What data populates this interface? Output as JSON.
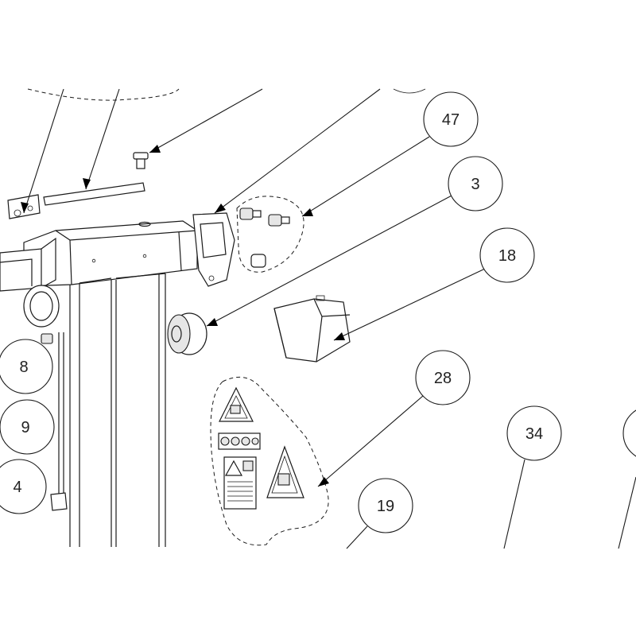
{
  "diagram": {
    "callouts": [
      {
        "id": "47",
        "label": "47"
      },
      {
        "id": "3",
        "label": "3"
      },
      {
        "id": "18",
        "label": "18"
      },
      {
        "id": "28",
        "label": "28"
      },
      {
        "id": "34",
        "label": "34"
      },
      {
        "id": "19",
        "label": "19"
      },
      {
        "id": "8",
        "label": "8"
      },
      {
        "id": "9",
        "label": "9"
      },
      {
        "id": "4",
        "label": "4"
      }
    ],
    "icons": [
      "warning-triangle-icon",
      "pictogram-strip-icon",
      "instruction-label-icon"
    ]
  }
}
